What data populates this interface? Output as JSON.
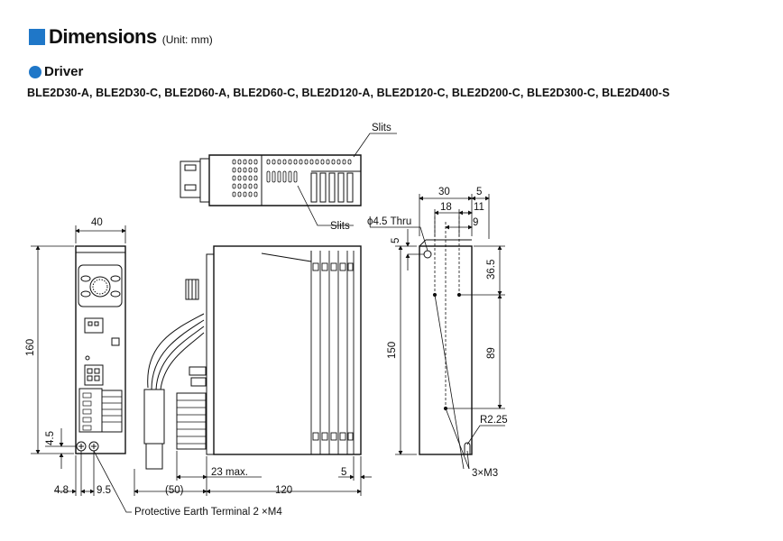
{
  "header": {
    "title": "Dimensions",
    "unit": "(Unit: mm)"
  },
  "section": {
    "name": "Driver"
  },
  "models": "BLE2D30-A, BLE2D30-C, BLE2D60-A, BLE2D60-C, BLE2D120-A, BLE2D120-C, BLE2D200-C, BLE2D300-C, BLE2D400-S",
  "labels": {
    "slits_top": "Slits",
    "slits_bottom": "Slits",
    "hole": "ϕ4.5 Thru",
    "radius": "R2.25",
    "screws": "3×M3",
    "pe_terminal": "Protective Earth Terminal 2 ×M4"
  },
  "dimensions": {
    "front_width": "40",
    "front_height": "160",
    "front_bottom": "4.5",
    "front_left": "4.8",
    "front_pitch": "9.5",
    "side_cable": "(50)",
    "side_connector": "23 max.",
    "side_depth": "120",
    "side_edge": "5",
    "back_width": "30",
    "back_right": "5",
    "back_hole1": "18",
    "back_hole2": "11",
    "back_hole3": "9",
    "back_top": "5",
    "back_pitch1": "36.5",
    "back_pitch2": "89",
    "back_height": "150"
  },
  "colors": {
    "accent": "#1f77c8"
  }
}
